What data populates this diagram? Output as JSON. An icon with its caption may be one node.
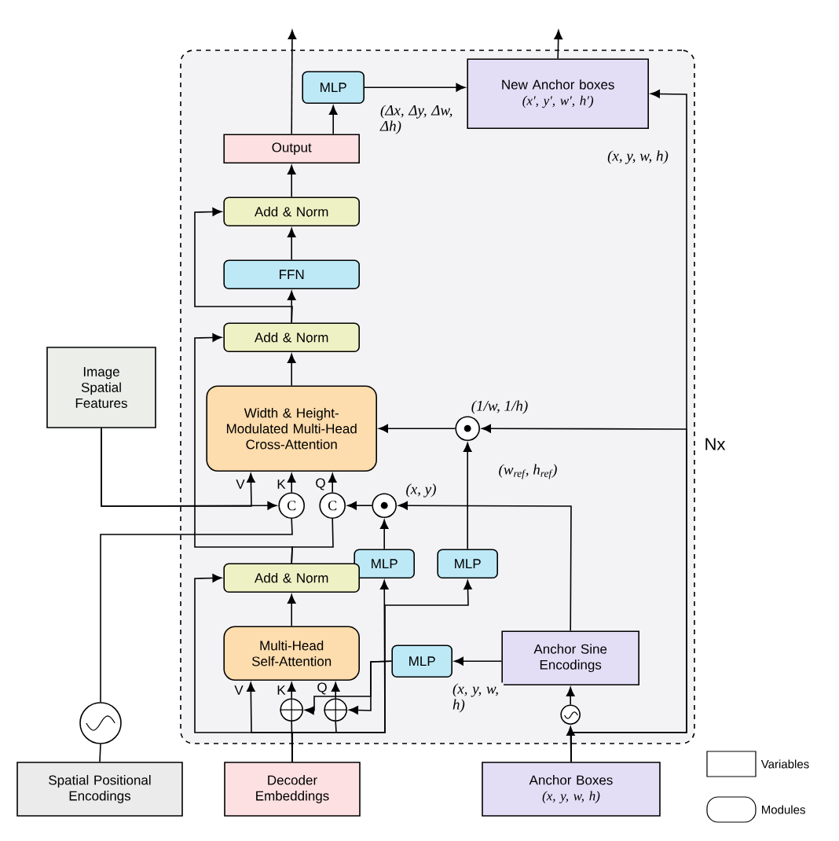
{
  "diagram": {
    "nodes": [
      {
        "text": [],
        "shape": "box",
        "beside": [
          "Nx"
        ]
      },
      {
        "text": [
          "MLP"
        ],
        "in": 0
      },
      {
        "text": [
          "New Anchor boxes",
          "(x′, y′, w′, h′)"
        ],
        "in": 0
      },
      {
        "text": [
          "Output"
        ],
        "in": 0
      },
      {
        "text": [
          "Add & Norm"
        ],
        "in": 0
      },
      {
        "text": [
          "FFN"
        ],
        "in": 0
      },
      {
        "text": [
          "Add & Norm"
        ],
        "in": 0
      },
      {
        "text": [
          "Width & Height-Modulated Multi-Head Cross-Attention"
        ],
        "in": 0
      },
      {
        "text": [
          "C"
        ],
        "in": 0
      },
      {
        "text": [
          "C"
        ],
        "in": 0
      },
      {
        "text": [],
        "shape": "circle",
        "in": 0
      },
      {
        "text": [],
        "shape": "circle",
        "in": 0
      },
      {
        "text": [
          "MLP"
        ],
        "in": 0
      },
      {
        "text": [
          "MLP"
        ],
        "in": 0
      },
      {
        "text": [
          "Add & Norm"
        ],
        "in": 0
      },
      {
        "text": [
          "Multi-Head Self-Attention"
        ],
        "in": 0
      },
      {
        "text": [],
        "shape": "circle",
        "in": 0
      },
      {
        "text": [],
        "shape": "circle",
        "in": 0
      },
      {
        "text": [
          "MLP"
        ],
        "in": 0
      },
      {
        "text": [
          "Anchor Sine Encodings"
        ],
        "in": 0
      },
      {
        "text": [],
        "shape": "circle",
        "in": 0
      },
      {
        "text": [
          "Image Spatial Features"
        ]
      },
      {
        "text": [
          "Spatial Positional Encodings"
        ]
      },
      {
        "text": [],
        "shape": "circle"
      },
      {
        "text": [
          "Decoder Embeddings"
        ]
      },
      {
        "text": [
          "Anchor Boxes",
          "(x, y, w, h)"
        ]
      }
    ],
    "edges": [
      {
        "from": 3,
        "to": null,
        "arrow": "to"
      },
      {
        "from": 3,
        "to": 1,
        "arrow": "to"
      },
      {
        "from": 1,
        "to": 2,
        "arrow": "to",
        "label": "(Δx, Δy, Δw, Δh)"
      },
      {
        "from": 2,
        "to": null,
        "arrow": "to"
      },
      {
        "from": 4,
        "to": 3,
        "arrow": "to"
      },
      {
        "from": 5,
        "to": 4,
        "arrow": "to"
      },
      {
        "from": 6,
        "to": 5,
        "arrow": "to"
      },
      {
        "from": 7,
        "to": 6,
        "arrow": "to"
      },
      {
        "from": 6,
        "to": 4,
        "arrow": "to"
      },
      {
        "from": 14,
        "to": 6,
        "arrow": "to"
      },
      {
        "from": 14,
        "to": 9,
        "arrow": "none"
      },
      {
        "from": 21,
        "to": 7,
        "arrow": "to",
        "label": "V"
      },
      {
        "from": 21,
        "to": 8,
        "arrow": "to"
      },
      {
        "from": 23,
        "to": 8,
        "arrow": "none"
      },
      {
        "from": 8,
        "to": 7,
        "arrow": "to",
        "label": "K"
      },
      {
        "from": 9,
        "to": 7,
        "arrow": "to",
        "label": "Q"
      },
      {
        "from": 10,
        "to": 9,
        "arrow": "to"
      },
      {
        "from": 19,
        "to": 10,
        "arrow": "to",
        "label": "(x, y)"
      },
      {
        "from": 12,
        "to": 10,
        "arrow": "to"
      },
      {
        "from": 13,
        "to": 11,
        "arrow": "to",
        "label": "(w$_{ref}$, h$_{ref}$)"
      },
      {
        "from": 11,
        "to": 7,
        "arrow": "to"
      },
      {
        "from": 25,
        "to": 11,
        "arrow": "to",
        "label": "(1/w, 1/h)"
      },
      {
        "from": 25,
        "to": 2,
        "arrow": "to",
        "label": "(x, y, w, h)"
      },
      {
        "from": 25,
        "to": 20,
        "arrow": "to"
      },
      {
        "from": 20,
        "to": 19,
        "arrow": "to"
      },
      {
        "from": 19,
        "to": 18,
        "arrow": "to",
        "label": "(x, y, w, h)"
      },
      {
        "from": 18,
        "to": 16,
        "arrow": "to"
      },
      {
        "from": 18,
        "to": 17,
        "arrow": "to"
      },
      {
        "from": 16,
        "to": 15,
        "arrow": "to",
        "label": "K"
      },
      {
        "from": 17,
        "to": 15,
        "arrow": "to",
        "label": "Q"
      },
      {
        "from": 24,
        "to": 16,
        "arrow": "none"
      },
      {
        "from": 24,
        "to": 15,
        "arrow": "to",
        "label": "V"
      },
      {
        "from": 24,
        "to": 14,
        "arrow": "to"
      },
      {
        "from": 24,
        "to": 17,
        "arrow": "none"
      },
      {
        "from": 24,
        "to": 12,
        "arrow": "to"
      },
      {
        "from": 24,
        "to": 13,
        "arrow": "to"
      },
      {
        "from": 22,
        "to": 23,
        "arrow": "none"
      },
      {
        "from": 15,
        "to": 14,
        "arrow": "to"
      }
    ],
    "legend": [
      {
        "text": "Variables"
      },
      {
        "text": "Modules"
      }
    ]
  }
}
